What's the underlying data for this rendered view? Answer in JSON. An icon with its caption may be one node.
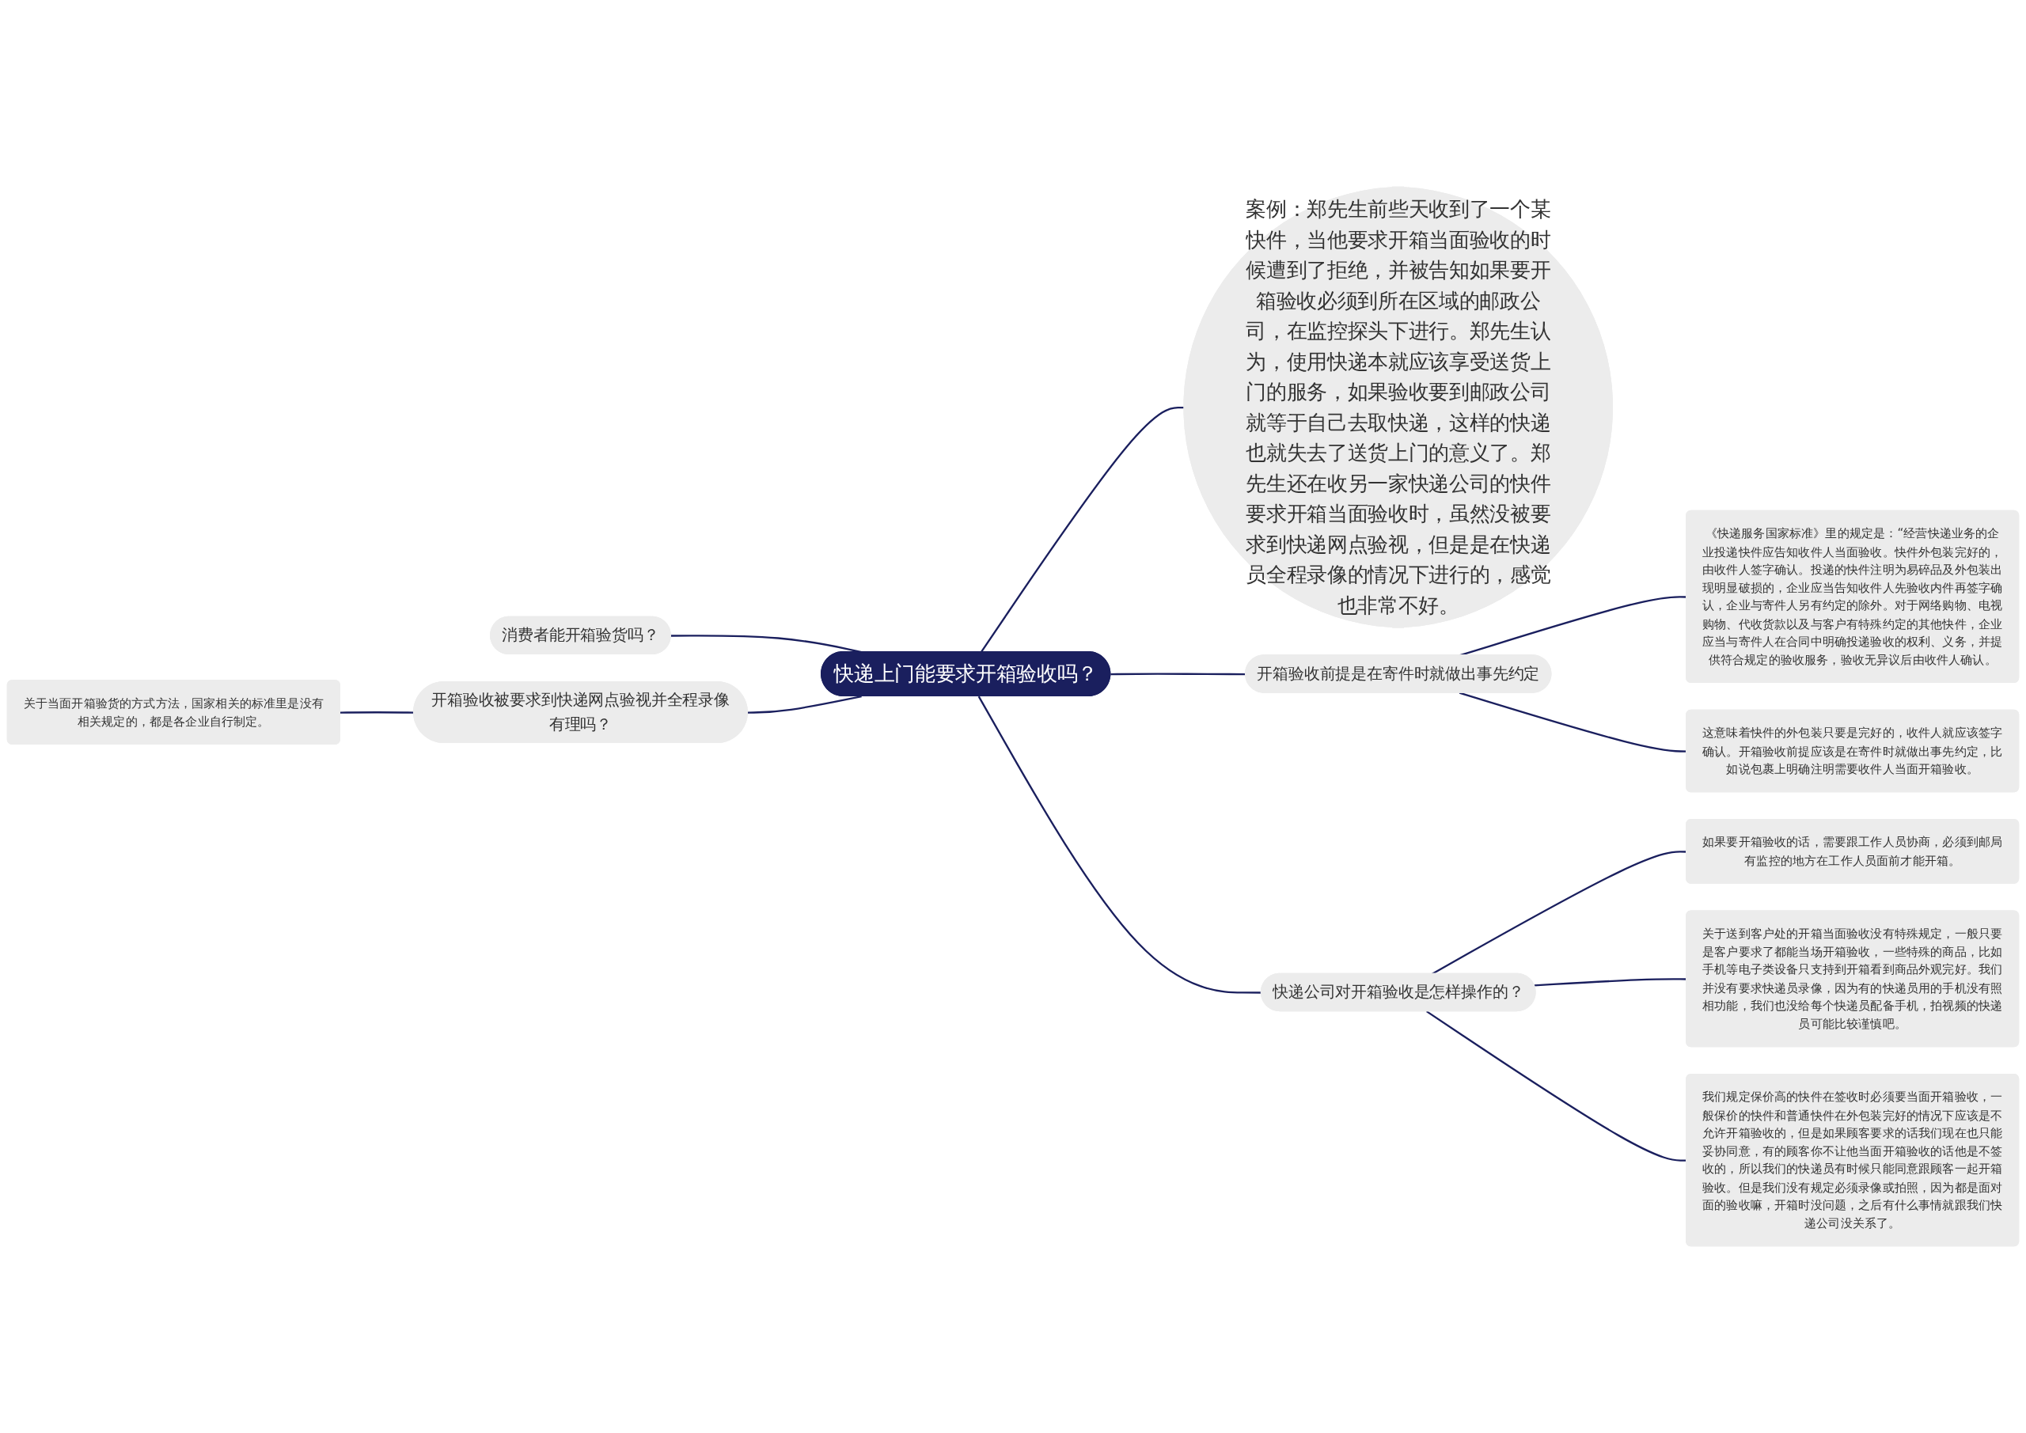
{
  "diagram": {
    "nodes": [
      {
        "text": [
          "快递上门能要求开箱验收吗？"
        ]
      },
      {
        "text": [
          "案例：郑先生前些天收到了一个某快件，当他要求开箱当面验收的时候遭到了拒绝，并被告知如果要开箱验收必须到所在区域的邮政公司，在监控探头下进行。郑先生认为，使用快递本就应该享受送货上门的服务，如果验收要到邮政公司就等于自己去取快递，这样的快递也就失去了送货上门的意义了。郑先生还在收另一家快递公司的快件要求开箱当面验收时，虽然没被要求到快递网点验视，但是是在快递员全程录像的情况下进行的，感觉也非常不好。"
        ]
      },
      {
        "text": [
          "开箱验收前提是在寄件时就做出事先约定"
        ]
      },
      {
        "text": [
          "《快递服务国家标准》里的规定是：“经营快递业务的企业投递快件应告知收件人当面验收。快件外包装完好的，由收件人签字确认。投递的快件注明为易碎品及外包装出现明显破损的，企业应当告知收件人先验收内件再签字确认，企业与寄件人另有约定的除外。对于网络购物、电视购物、代收货款以及与客户有特殊约定的其他快件，企业应当与寄件人在合同中明确投递验收的权利、义务，并提供符合规定的验收服务，验收无异议后由收件人确认。"
        ]
      },
      {
        "text": [
          "这意味着快件的外包装只要是完好的，收件人就应该签字确认。开箱验收前提应该是在寄件时就做出事先约定，比如说包裹上明确注明需要收件人当面开箱验收。"
        ]
      },
      {
        "text": [
          "快递公司对开箱验收是怎样操作的？"
        ]
      },
      {
        "text": [
          "如果要开箱验收的话，需要跟工作人员协商，必须到邮局有监控的地方在工作人员面前才能开箱。"
        ]
      },
      {
        "text": [
          "关于送到客户处的开箱当面验收没有特殊规定，一般只要是客户要求了都能当场开箱验收，一些特殊的商品，比如手机等电子类设备只支持到开箱看到商品外观完好。我们并没有要求快递员录像，因为有的快递员用的手机没有照相功能，我们也没给每个快递员配备手机，拍视频的快递员可能比较谨慎吧。"
        ]
      },
      {
        "text": [
          "我们规定保价高的快件在签收时必须要当面开箱验收，一般保价的快件和普通快件在外包装完好的情况下应该是不允许开箱验收的，但是如果顾客要求的话我们现在也只能妥协同意，有的顾客你不让他当面开箱验收的话他是不签收的，所以我们的快递员有时候只能同意跟顾客一起开箱验收。但是我们没有规定必须录像或拍照，因为都是面对面的验收嘛，开箱时没问题，之后有什么事情就跟我们快递公司没关系了。"
        ]
      },
      {
        "text": [
          "消费者能开箱验货吗？"
        ]
      },
      {
        "text": [
          "开箱验收被要求到快递网点验视并全程录像有理吗？"
        ]
      },
      {
        "text": [
          "关于当面开箱验货的方式方法，国家相关的标准里是没有相关规定的，都是各企业自行制定。"
        ]
      }
    ],
    "edges": [
      {
        "from": 0,
        "to": 1,
        "arrow": "none"
      },
      {
        "from": 0,
        "to": 2,
        "arrow": "none"
      },
      {
        "from": 2,
        "to": 3,
        "arrow": "none"
      },
      {
        "from": 2,
        "to": 4,
        "arrow": "none"
      },
      {
        "from": 0,
        "to": 5,
        "arrow": "none"
      },
      {
        "from": 5,
        "to": 6,
        "arrow": "none"
      },
      {
        "from": 5,
        "to": 7,
        "arrow": "none"
      },
      {
        "from": 5,
        "to": 8,
        "arrow": "none"
      },
      {
        "from": 9,
        "to": 0,
        "arrow": "none"
      },
      {
        "from": 10,
        "to": 0,
        "arrow": "none"
      },
      {
        "from": 11,
        "to": 10,
        "arrow": "none"
      }
    ]
  }
}
